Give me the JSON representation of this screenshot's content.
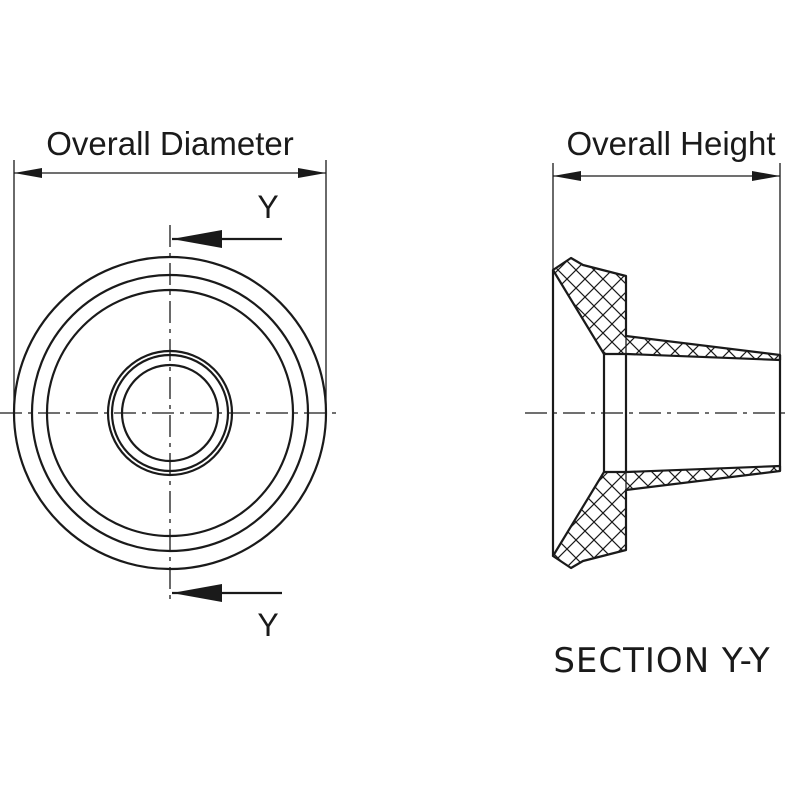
{
  "labels": {
    "overall_diameter": "Overall Diameter",
    "overall_height": "Overall Height",
    "section_mark_top": "Y",
    "section_mark_bottom": "Y",
    "section_title": "SECTION Y-Y"
  },
  "colors": {
    "line": "#1a1a1a",
    "background": "#ffffff"
  }
}
